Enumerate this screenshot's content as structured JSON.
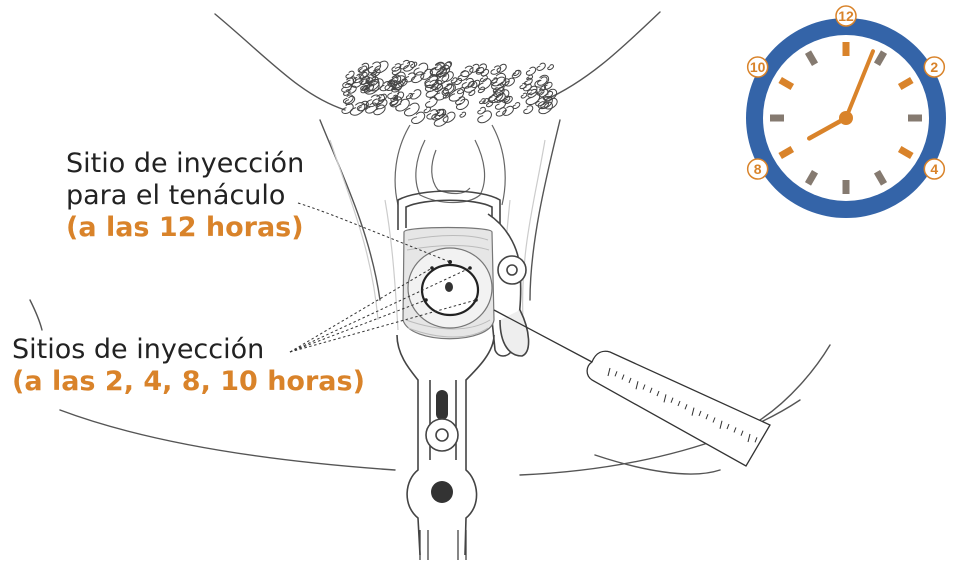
{
  "labels": {
    "tenaculum_line1": "Sitio de inyección",
    "tenaculum_line2": "para el tenáculo",
    "tenaculum_time": "(a las 12 horas)",
    "sites_line1": "Sitios de inyección",
    "sites_time": "(a las 2, 4, 8, 10 horas)"
  },
  "clock": {
    "numbers": [
      "12",
      "2",
      "4",
      "8",
      "10"
    ],
    "hour_value": 8,
    "minute_value": 2
  },
  "colors": {
    "accent_orange": "#d9832a",
    "clock_blue": "#3464a8",
    "tick_gray": "#857a70",
    "line_gray": "#3a3a3a"
  },
  "icons": [
    "clock-icon",
    "syringe-icon",
    "speculum-icon",
    "cervix-icon"
  ]
}
